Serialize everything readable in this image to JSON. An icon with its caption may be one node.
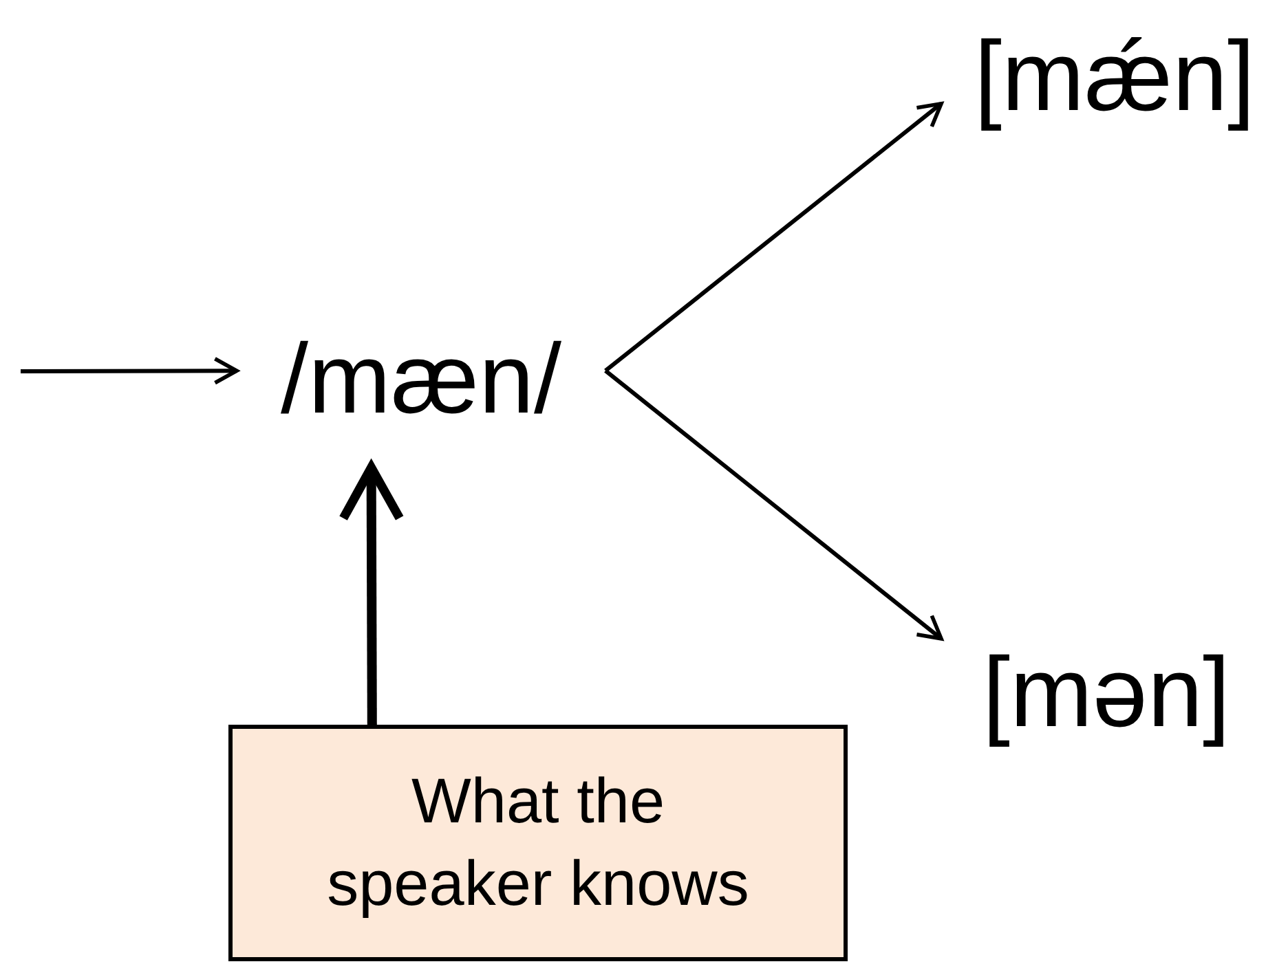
{
  "diagram": {
    "nodes": [
      {
        "text": [
          "/mæn/"
        ]
      },
      {
        "text": [
          "[mǽn]"
        ]
      },
      {
        "text": [
          "[mən]"
        ]
      },
      {
        "text": [
          "What the speaker knows"
        ]
      }
    ],
    "edges": [
      {
        "from": null,
        "to": 0,
        "arrow": "to"
      },
      {
        "from": 0,
        "to": 1,
        "arrow": "to"
      },
      {
        "from": 0,
        "to": 2,
        "arrow": "to"
      },
      {
        "from": 3,
        "to": 0,
        "arrow": "to",
        "style": "thick"
      }
    ]
  }
}
